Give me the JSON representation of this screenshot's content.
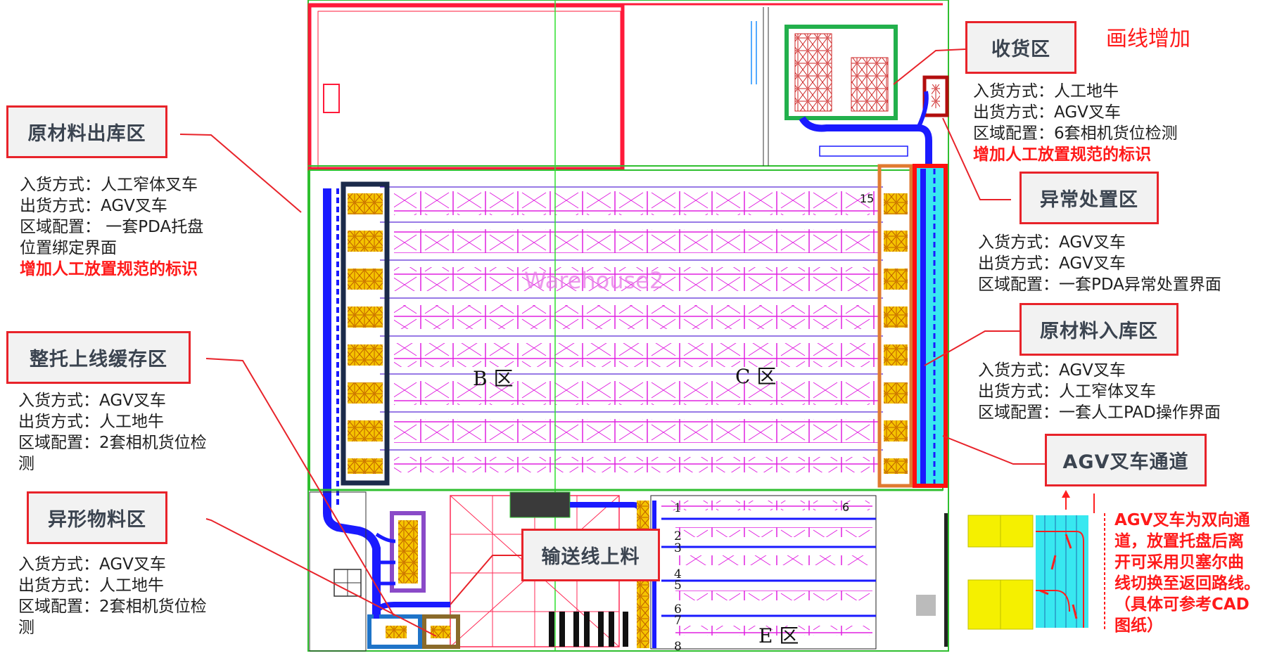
{
  "top_note": "画线增加",
  "zones": {
    "raw_out": {
      "title": "原材料出库区",
      "inbound": "入货方式：人工窄体叉车",
      "outbound": "出货方式：AGV叉车",
      "config_1": "区域配置： 一套PDA托盘",
      "config_2": "位置绑定界面",
      "note": "增加人工放置规范的标识"
    },
    "pallet_buffer": {
      "title": "整托上线缓存区",
      "inbound": "入货方式：AGV叉车",
      "outbound": "出货方式：人工地牛",
      "config_1": "区域配置：2套相机货位检",
      "config_2": "测"
    },
    "odd_material": {
      "title": "异形物料区",
      "inbound": "入货方式：AGV叉车",
      "outbound": "出货方式：人工地牛",
      "config_1": "区域配置：2套相机货位检",
      "config_2": "测"
    },
    "receiving": {
      "title": "收货区",
      "inbound": "入货方式：人工地牛",
      "outbound": "出货方式：AGV叉车",
      "config": "区域配置：6套相机货位检测",
      "note": "增加人工放置规范的标识"
    },
    "exception": {
      "title": "异常处置区",
      "inbound": "入货方式：AGV叉车",
      "outbound": "出货方式：AGV叉车",
      "config": "区域配置：一套PDA异常处置界面"
    },
    "raw_in": {
      "title": "原材料入库区",
      "inbound": "入货方式：AGV叉车",
      "outbound": "出货方式：人工窄体叉车",
      "config": "区域配置：一套人工PAD操作界面"
    },
    "agv_aisle": {
      "title": "AGV叉车通道"
    },
    "conveyor": {
      "title": "输送线上料"
    }
  },
  "agv_note": [
    "AGV叉车为双向通",
    "道，放置托盘后离",
    "开可采用贝塞尔曲",
    "线切换至返回路线。",
    "（具体可参考CAD",
    "图纸）"
  ],
  "cad": {
    "zone_b": "B 区",
    "zone_c": "C 区",
    "zone_e": "E 区",
    "watermark": "Warehouse2",
    "num_15": "15",
    "num_6": "6",
    "row_nums": [
      "1",
      "2",
      "3",
      "4",
      "5",
      "6",
      "7",
      "8"
    ]
  },
  "colors": {
    "label_border": "#e8232a",
    "label_bg": "#f2f2f2",
    "note_red": "#ff1a1a",
    "agv_path": "#1a1aff",
    "rack_magenta": "#e020e0",
    "rack_yellow": "#f5c400"
  }
}
